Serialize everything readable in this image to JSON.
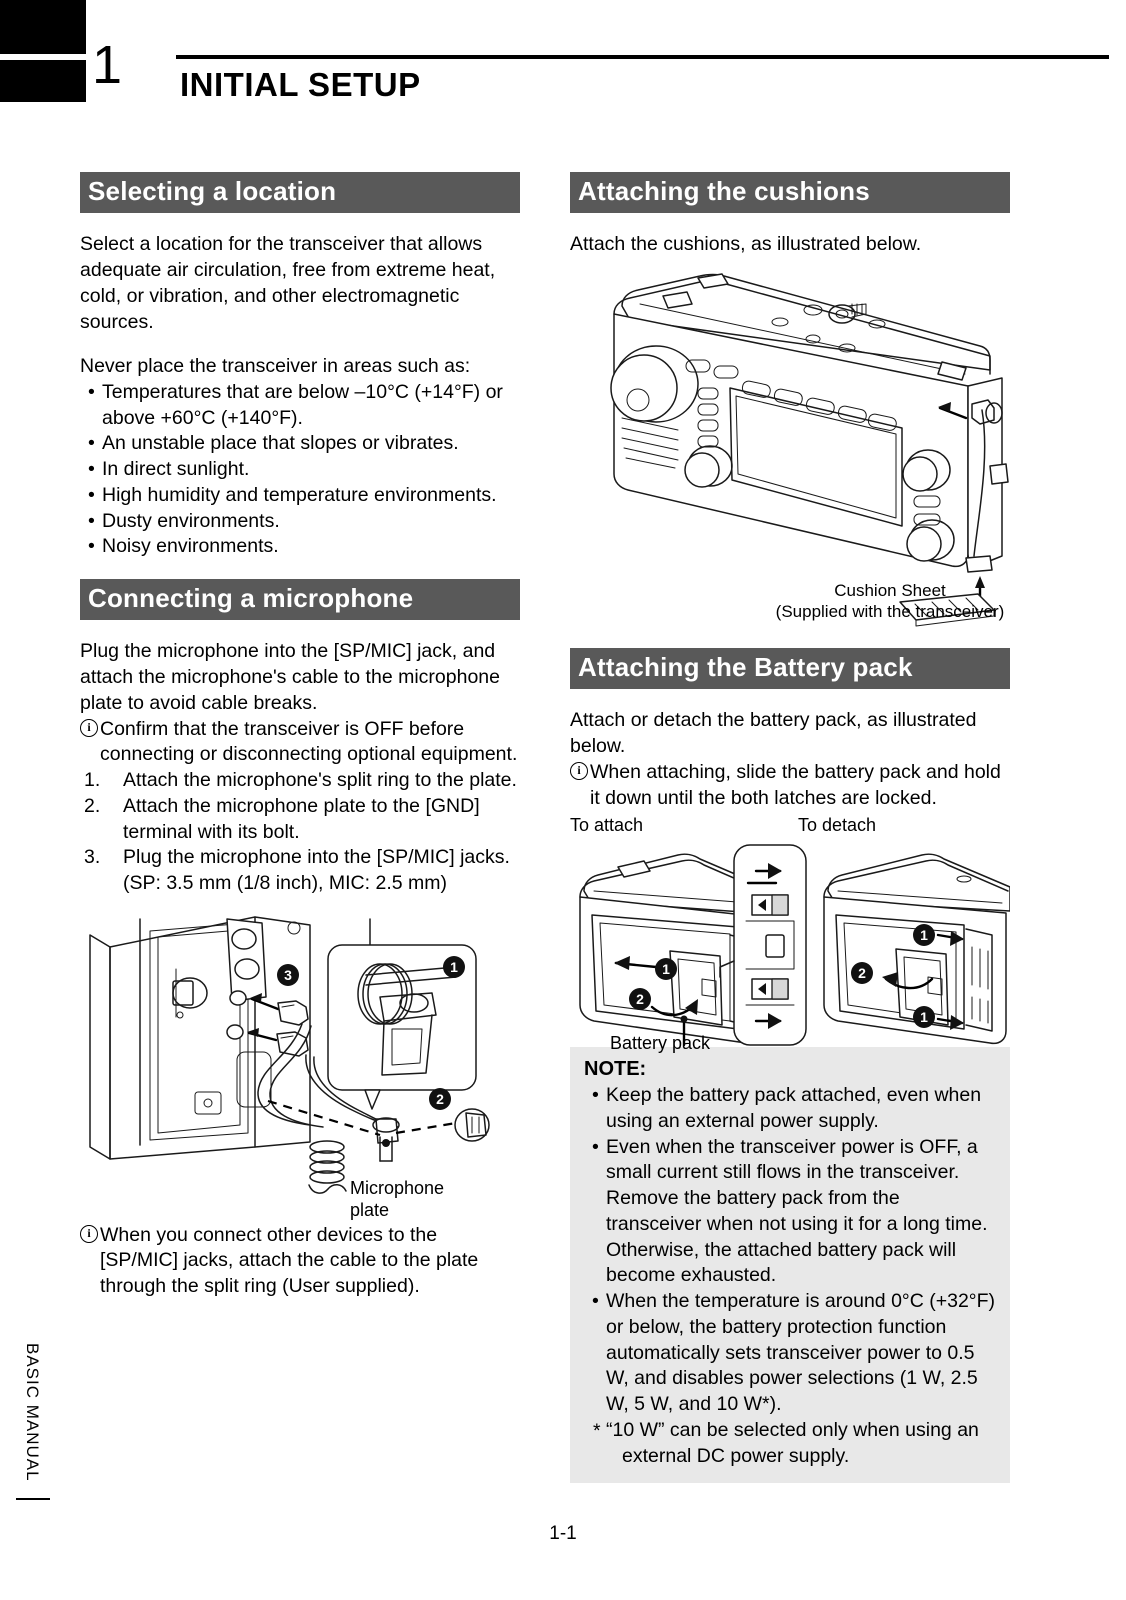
{
  "page": {
    "chapter_number": "1",
    "chapter_title": "INITIAL SETUP",
    "side_tab": "BASIC MANUAL",
    "page_number": "1-1"
  },
  "left_column": {
    "section1": {
      "heading": "Selecting a location",
      "intro": "Select a location for the transceiver that allows adequate air circulation, free from extreme heat, cold, or vibration, and other electromagnetic sources.",
      "never_intro": "Never place the transceiver in areas such as:",
      "never_items": [
        "Temperatures that are below –10°C (+14°F) or above +60°C (+140°F).",
        "An unstable place that slopes or vibrates.",
        "In direct sunlight.",
        "High humidity and temperature environments.",
        "Dusty environments.",
        "Noisy environments."
      ]
    },
    "section2": {
      "heading": "Connecting a microphone",
      "intro": "Plug the microphone into the [SP/MIC] jack, and attach the microphone's cable to the microphone plate to avoid cable breaks.",
      "info1": "Confirm that the transceiver is OFF before connecting or disconnecting optional equipment.",
      "steps": [
        "Attach the microphone's split ring to the plate.",
        "Attach the microphone plate to the [GND] terminal with its bolt.",
        "Plug the microphone into the [SP/MIC] jacks. (SP: 3.5 mm (1/8 inch), MIC: 2.5 mm)"
      ],
      "figure_callouts": [
        "1",
        "2",
        "3"
      ],
      "figure_label": "Microphone plate",
      "info2": "When you connect other devices to the [SP/MIC] jacks, attach the cable to the plate through the split ring (User supplied)."
    }
  },
  "right_column": {
    "section3": {
      "heading": "Attaching the cushions",
      "intro": "Attach the cushions, as illustrated below.",
      "caption_line1": "Cushion Sheet",
      "caption_line2": "(Supplied with the transceiver)"
    },
    "section4": {
      "heading": "Attaching the Battery pack",
      "intro": "Attach or detach the battery pack, as illustrated below.",
      "info1": "When attaching, slide the battery pack and hold it down until the both latches are locked.",
      "label_attach": "To attach",
      "label_detach": "To detach",
      "label_battery_pack": "Battery pack",
      "attach_callouts": [
        "1",
        "2"
      ],
      "detach_callouts": [
        "1",
        "2",
        "1"
      ]
    },
    "note": {
      "title": "NOTE:",
      "items": [
        "Keep the battery pack attached, even when using an external power supply.",
        "Even when the transceiver power is OFF, a small current still flows in the transceiver. Remove the battery pack from the transceiver when not using it for a long time. Otherwise, the attached battery pack will become exhausted.",
        "When the temperature is around 0°C (+32°F) or below, the battery protection function automatically sets transceiver power to 0.5 W, and disables power selections (1 W, 2.5 W, 5 W, and 10 W*)."
      ],
      "footnote_line1": "“10 W” can be selected only when using an",
      "footnote_line2": "external DC power supply."
    }
  },
  "colors": {
    "section_bar": "#595959",
    "note_background": "#e8e8e8",
    "text": "#000000"
  }
}
